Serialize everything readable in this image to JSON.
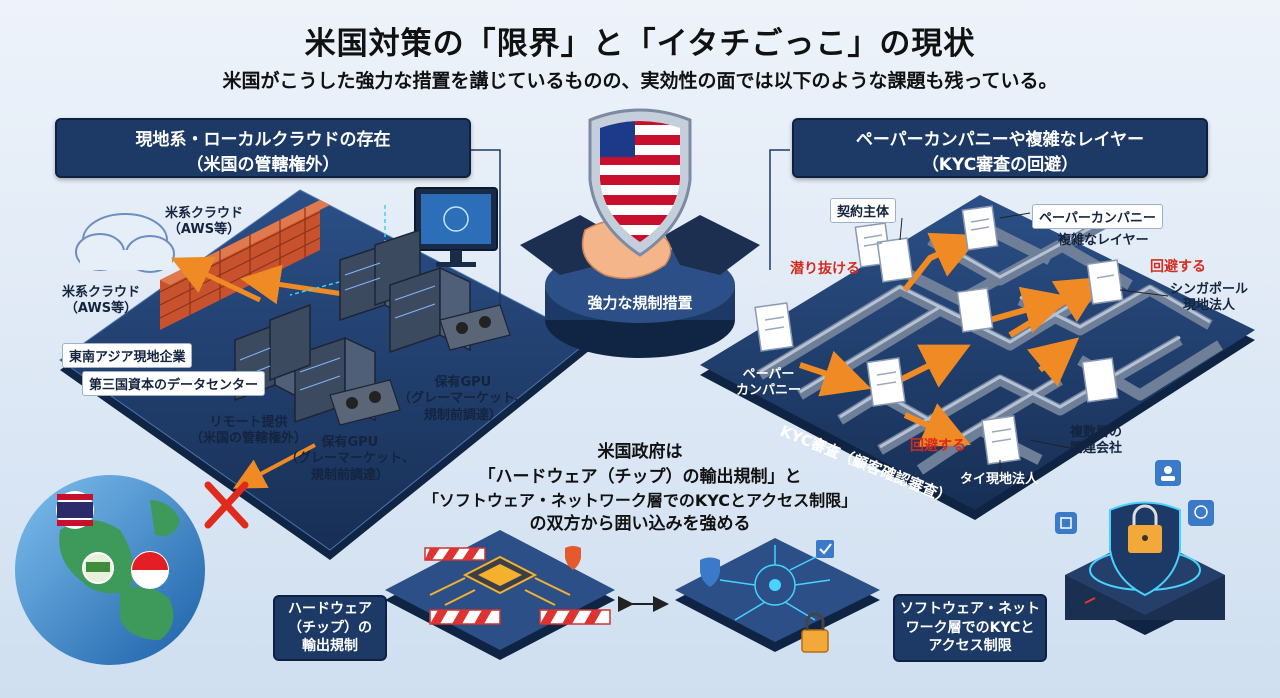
{
  "title": "米国対策の「限界」と「イタチごっこ」の現状",
  "subtitle": "米国がこうした強力な措置を講じているものの、実効性の面では以下のような課題も残っている。",
  "left_panel": {
    "title_line1": "現地系・ローカルクラウドの存在",
    "title_line2": "（米国の管轄権外）",
    "cloud1": "米系クラウド\n（AWS等）",
    "cloud2": "米系クラウド\n（AWS等）",
    "sea_company": "東南アジア現地企業",
    "third_dc": "第三国資本のデータセンター",
    "gpu1": "保有GPU\n（グレーマーケット、\n規制前調達）",
    "gpu2": "保有GPU\n（グレーマーケット、\n規制前調達）",
    "remote": "リモート提供\n（米国の管轄権外）"
  },
  "center": {
    "pedestal_label": "強力な規制措置",
    "government_line1": "米国政府は",
    "government_line2": "「ハードウェア（チップ）の輸出規制」と",
    "government_line3": "「ソフトウェア・ネットワーク層でのKYCとアクセス制限」",
    "government_line4": "の双方から囲い込みを強める"
  },
  "right_panel": {
    "title_line1": "ペーパーカンパニーや複雑なレイヤー",
    "title_line2": "（KYC審査の回避）",
    "contract": "契約主体",
    "paper_company_top": "ペーパーカンパニー",
    "complex_layer": "複雑なレイヤー",
    "slip_through": "潜り抜ける",
    "avoid1": "回避する",
    "singapore": "シンガポール\n現地法人",
    "paper_company_left": "ペーパー\nカンパニー",
    "kyc": "KYC審査（顧客確認審査）",
    "avoid2": "回避する",
    "thai": "タイ現地法人",
    "multi_layer": "複数層の\n関連会社"
  },
  "bottom": {
    "hardware_box": "ハードウェア\n（チップ）の\n輸出規制",
    "software_box": "ソフトウェア・ネット\nワーク層でのKYCと\nアクセス制限"
  },
  "colors": {
    "navy": "#1d3a66",
    "accent_orange": "#f08a24",
    "alert_red": "#d52b1e",
    "platform": "#1f3f6e"
  },
  "icons": [
    "cloud-icon",
    "firewall-icon",
    "server-rack-icon",
    "monitor-icon",
    "shield-us-flag-icon",
    "handshake-icon",
    "maze-icon",
    "document-icon",
    "globe-icon",
    "cross-icon",
    "chip-icon",
    "barricade-icon",
    "network-icon",
    "lock-icon",
    "padlock-shield-icon",
    "user-card-icon"
  ]
}
